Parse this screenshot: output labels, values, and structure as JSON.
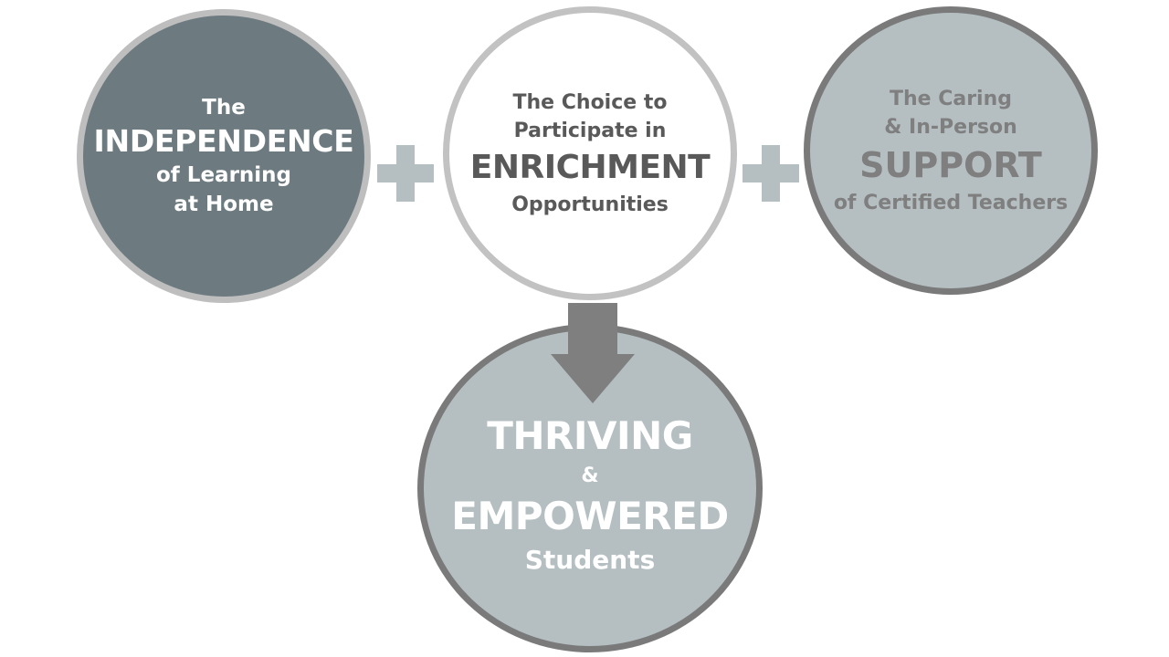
{
  "colors": {
    "dark_slate": "#6d7b80",
    "light_slate": "#b5bfc2",
    "ring_light": "#bebebe",
    "ring_dark": "#7a7a7a",
    "text_dark": "#595959",
    "text_mid": "#7f7f7f",
    "plus": "#b5bfc2",
    "arrow": "#7f7f7f"
  },
  "circles": [
    {
      "line1": "The",
      "emphasis": "INDEPENDENCE",
      "line3": "of Learning",
      "line4": "at Home"
    },
    {
      "line1": "The Choice to",
      "line2": "Participate in",
      "emphasis": "ENRICHMENT",
      "line4": "Opportunities"
    },
    {
      "line1": "The Caring",
      "line2": "& In-Person",
      "emphasis": "SUPPORT",
      "line4": "of Certified Teachers"
    }
  ],
  "result": {
    "emphasis1": "THRIVING",
    "amp": "&",
    "emphasis2": "EMPOWERED",
    "line4": "Students"
  },
  "connectors": {
    "plus_icon": "plus-icon",
    "arrow_icon": "arrow-down-icon"
  }
}
